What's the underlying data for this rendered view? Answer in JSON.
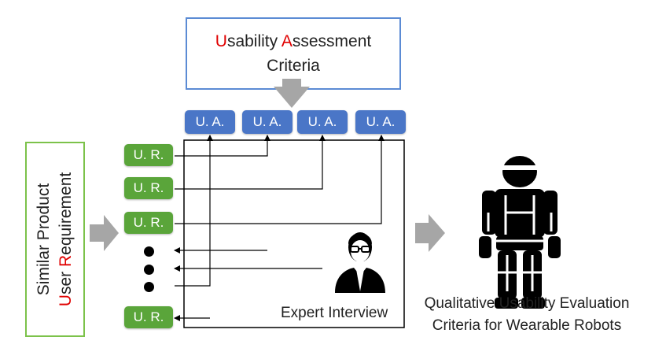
{
  "top_box": {
    "line1_u": "U",
    "line1_a": "sability ",
    "line1_b": "A",
    "line1_c": "ssessment",
    "line2": "Criteria"
  },
  "left_box": {
    "line1": "Similar Product",
    "line2_u": "U",
    "line2_a": "ser ",
    "line2_r": "R",
    "line2_b": "equirement"
  },
  "ua_items": [
    "U. A.",
    "U. A.",
    "U. A.",
    "U. A."
  ],
  "ur_items": [
    "U. R.",
    "U. R.",
    "U. R.",
    "U. R."
  ],
  "expert_label": "Expert Interview",
  "result_label": {
    "line1": "Qualitative Usability Evaluation",
    "line2": "Criteria for Wearable Robots"
  },
  "colors": {
    "ua": "#4a76c7",
    "ur": "#5aa53a",
    "arrow": "#a6a6a6",
    "accent": "#e00000"
  },
  "icons": [
    "expert-person-icon",
    "wearable-robot-icon"
  ]
}
